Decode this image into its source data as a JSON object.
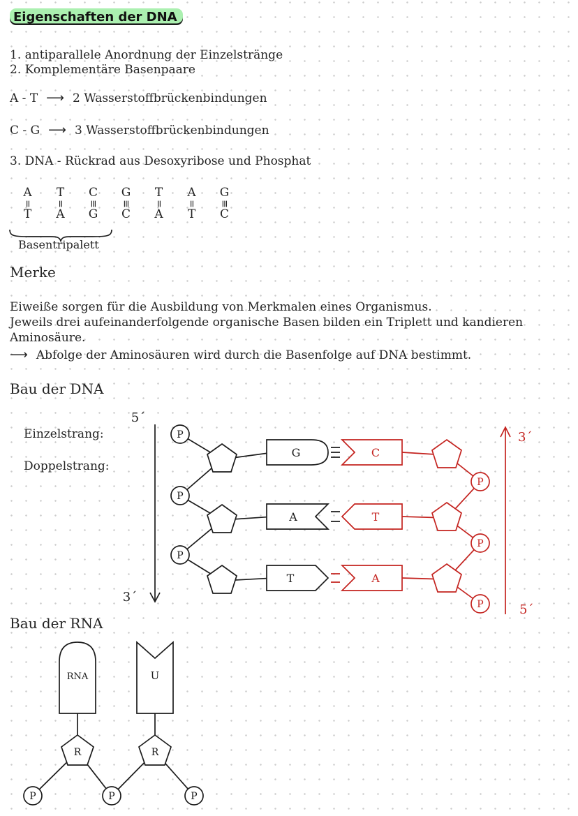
{
  "title": "Eigenschaften der DNA",
  "numbered": {
    "item1": "1. antiparallele Anordnung der Einzelstränge",
    "item2": "2. Komplementäre Basenpaare",
    "item3": "3. DNA - Rückrad aus Desoxyribose und Phosphat"
  },
  "hbonds": [
    {
      "pair": "A - T",
      "arrow": "⟶",
      "text": "2 Wasserstoffbrückenbindungen"
    },
    {
      "pair": "C - G",
      "arrow": "⟶",
      "text": "3 Wasserstoffbrückenbindungen"
    }
  ],
  "base_table": {
    "columns": [
      {
        "top": "A",
        "bond": "=",
        "bottom": "T"
      },
      {
        "top": "T",
        "bond": "=",
        "bottom": "A"
      },
      {
        "top": "C",
        "bond": "≡",
        "bottom": "G"
      },
      {
        "top": "G",
        "bond": "≡",
        "bottom": "C"
      },
      {
        "top": "T",
        "bond": "=",
        "bottom": "A"
      },
      {
        "top": "A",
        "bond": "=",
        "bottom": "T"
      },
      {
        "top": "G",
        "bond": "≡",
        "bottom": "C"
      }
    ],
    "brace_label": "Basentripalett"
  },
  "merke": {
    "heading": "Merke",
    "line1": "Eiweiße sorgen für die Ausbildung von Merkmalen eines Organismus.",
    "line2": "Jeweils drei aufeinanderfolgende organische Basen bilden ein Triplett und kandieren",
    "line3": "Aminosäure.",
    "arrow": "⟶",
    "arrow_text": "Abfolge der Aminosäuren wird durch die Basenfolge auf DNA bestimmt."
  },
  "dna": {
    "heading": "Bau der DNA",
    "label_single": "Einzelstrang:",
    "label_double": "Doppelstrang:",
    "left_five": "5´",
    "left_three": "3´",
    "right_three": "3´",
    "right_five": "5´",
    "p": "P",
    "rungs": [
      {
        "left": "G",
        "right": "C"
      },
      {
        "left": "A",
        "right": "T"
      },
      {
        "left": "T",
        "right": "A"
      }
    ]
  },
  "rna": {
    "heading": "Bau der RNA",
    "base_left": "RNA",
    "base_right": "U",
    "sugar": "R",
    "p": "P"
  },
  "colors": {
    "ink": "#1c1c1c",
    "red": "#c4231f",
    "highlight": "#abf0b0"
  }
}
